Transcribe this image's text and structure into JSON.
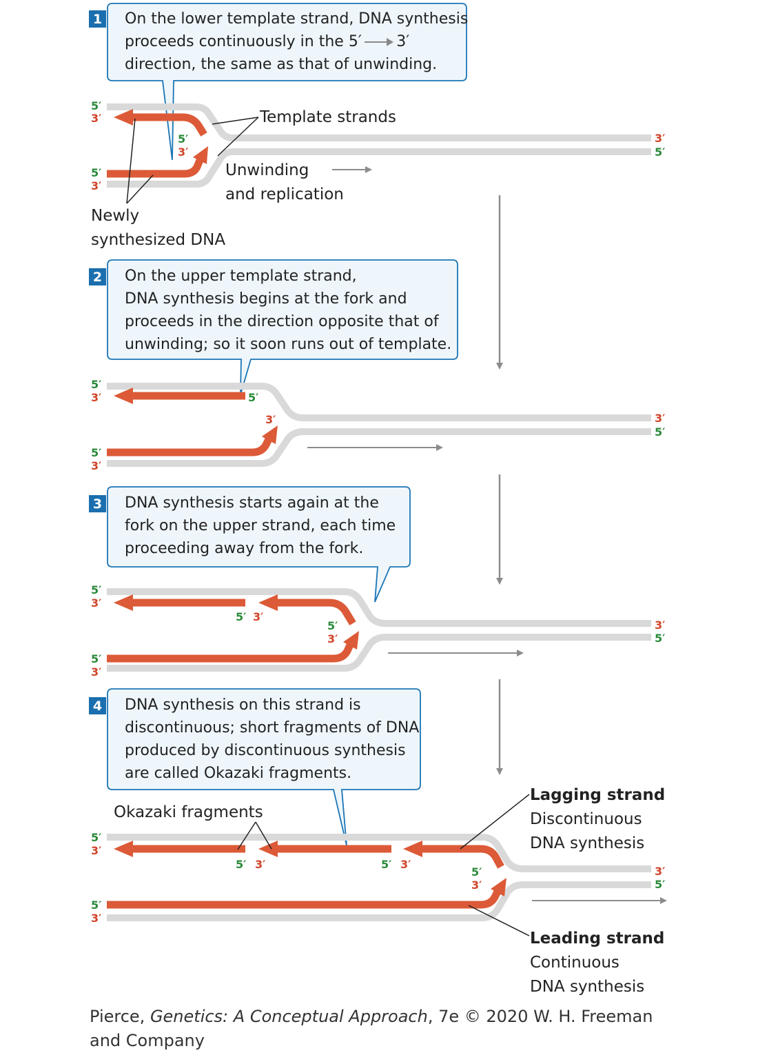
{
  "steps": [
    {
      "number": "1",
      "text": [
        "On the lower template strand, DNA synthesis",
        "proceeds continuously in the 5′ ",
        "direction, the same as that of unwinding."
      ],
      "inline_arrow_end": "3′"
    },
    {
      "number": "2",
      "text": [
        "On the upper template strand,",
        "DNA synthesis begins at the fork and",
        "proceeds in the direction opposite that of",
        "unwinding; so it soon runs out of template."
      ]
    },
    {
      "number": "3",
      "text": [
        "DNA synthesis starts again at the",
        "fork on the upper strand, each time",
        "proceeding away from the fork."
      ]
    },
    {
      "number": "4",
      "text": [
        "DNA synthesis on this strand is",
        "discontinuous; short fragments of DNA",
        "produced by discontinuous synthesis",
        "are called Okazaki fragments."
      ]
    }
  ],
  "labels": {
    "template_strands": "Template strands",
    "unwinding_line1": "Unwinding",
    "unwinding_line2": "and replication",
    "newly_line1": "Newly",
    "newly_line2": "synthesized DNA",
    "okazaki": "Okazaki fragments",
    "lagging_title": "Lagging strand",
    "lagging_line1": "Discontinuous",
    "lagging_line2": "DNA synthesis",
    "leading_title": "Leading strand",
    "leading_line1": "Continuous",
    "leading_line2": "DNA synthesis"
  },
  "ends": {
    "five": "5′",
    "three": "3′"
  },
  "credit": {
    "pre": "Pierce, ",
    "title": "Genetics: A Conceptual Approach",
    "post": ", 7e © 2020 W. H. Freeman and Company"
  },
  "colors": {
    "template": "#d9d9d9",
    "new_strand": "#dc5a37",
    "callout_fill": "#eef6fb",
    "callout_border": "#1b75b5",
    "step_badge": "#1b6fae",
    "five_prime": "#2a8a3a",
    "three_prime": "#d0452a",
    "direction_arrow": "#8c8c8c"
  },
  "icons": {
    "step_direction": "down-arrow-icon",
    "unwinding_direction": "right-arrow-icon"
  }
}
